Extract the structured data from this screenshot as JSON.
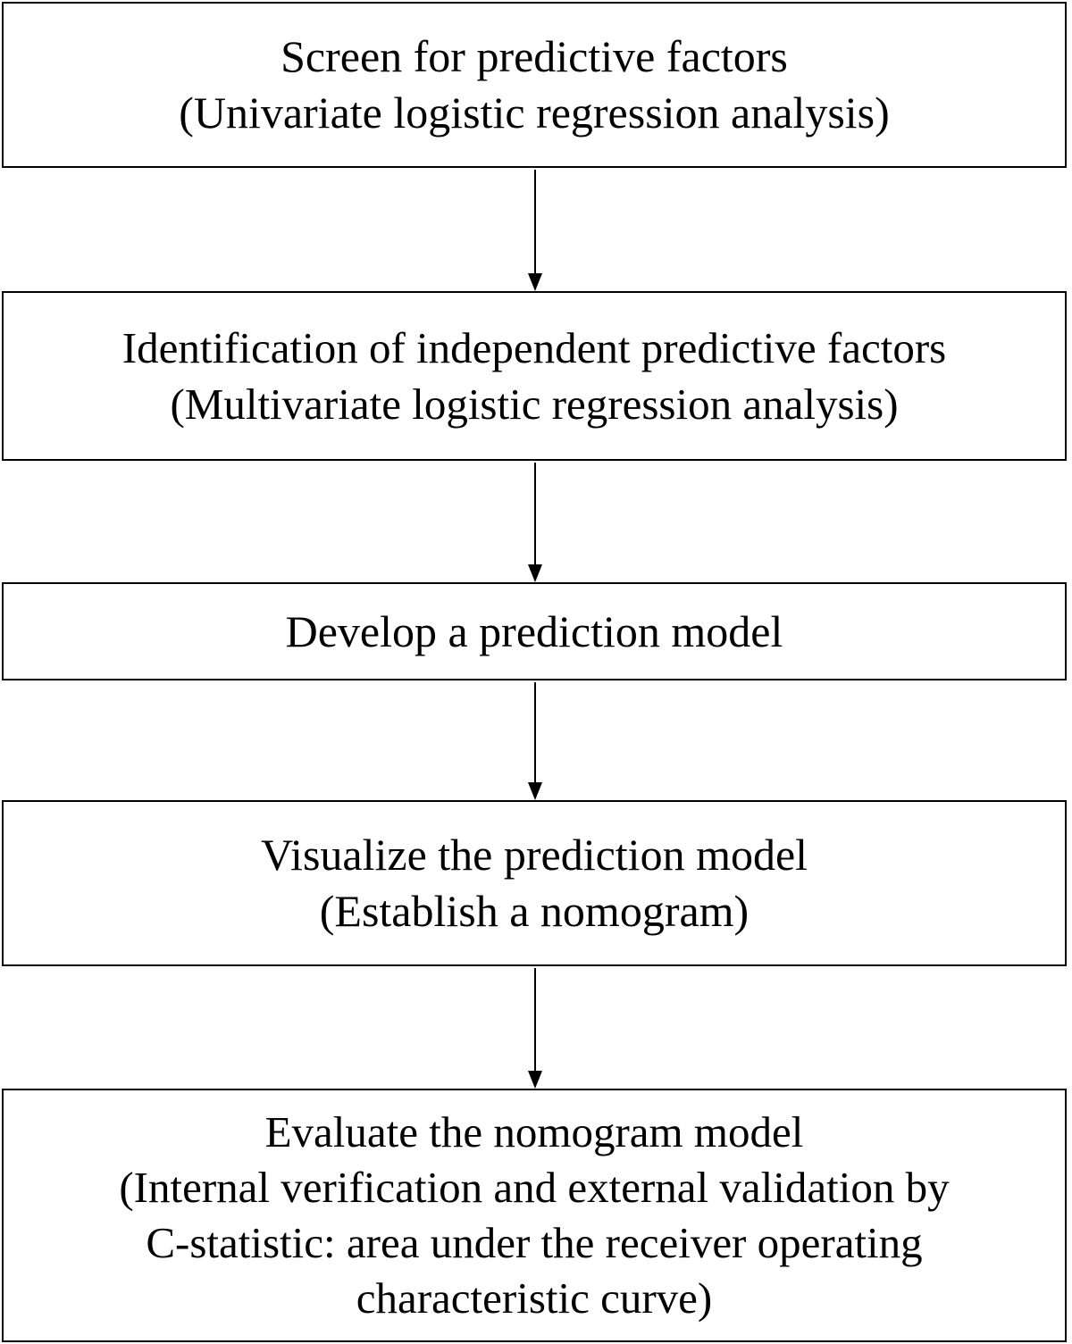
{
  "flowchart": {
    "steps": [
      {
        "lines": [
          "Screen for predictive factors",
          "(Univariate logistic regression analysis)"
        ]
      },
      {
        "lines": [
          "Identification of  independent predictive factors",
          "(Multivariate logistic regression analysis)"
        ]
      },
      {
        "lines": [
          "Develop a prediction model"
        ]
      },
      {
        "lines": [
          "Visualize the prediction model",
          "(Establish a nomogram)"
        ]
      },
      {
        "lines": [
          "Evaluate the nomogram model",
          "(Internal verification and external validation by",
          "C-statistic: area under the receiver operating",
          "characteristic curve)"
        ]
      }
    ]
  },
  "colors": {
    "stroke": "#000000",
    "background": "#ffffff",
    "text": "#000000"
  }
}
